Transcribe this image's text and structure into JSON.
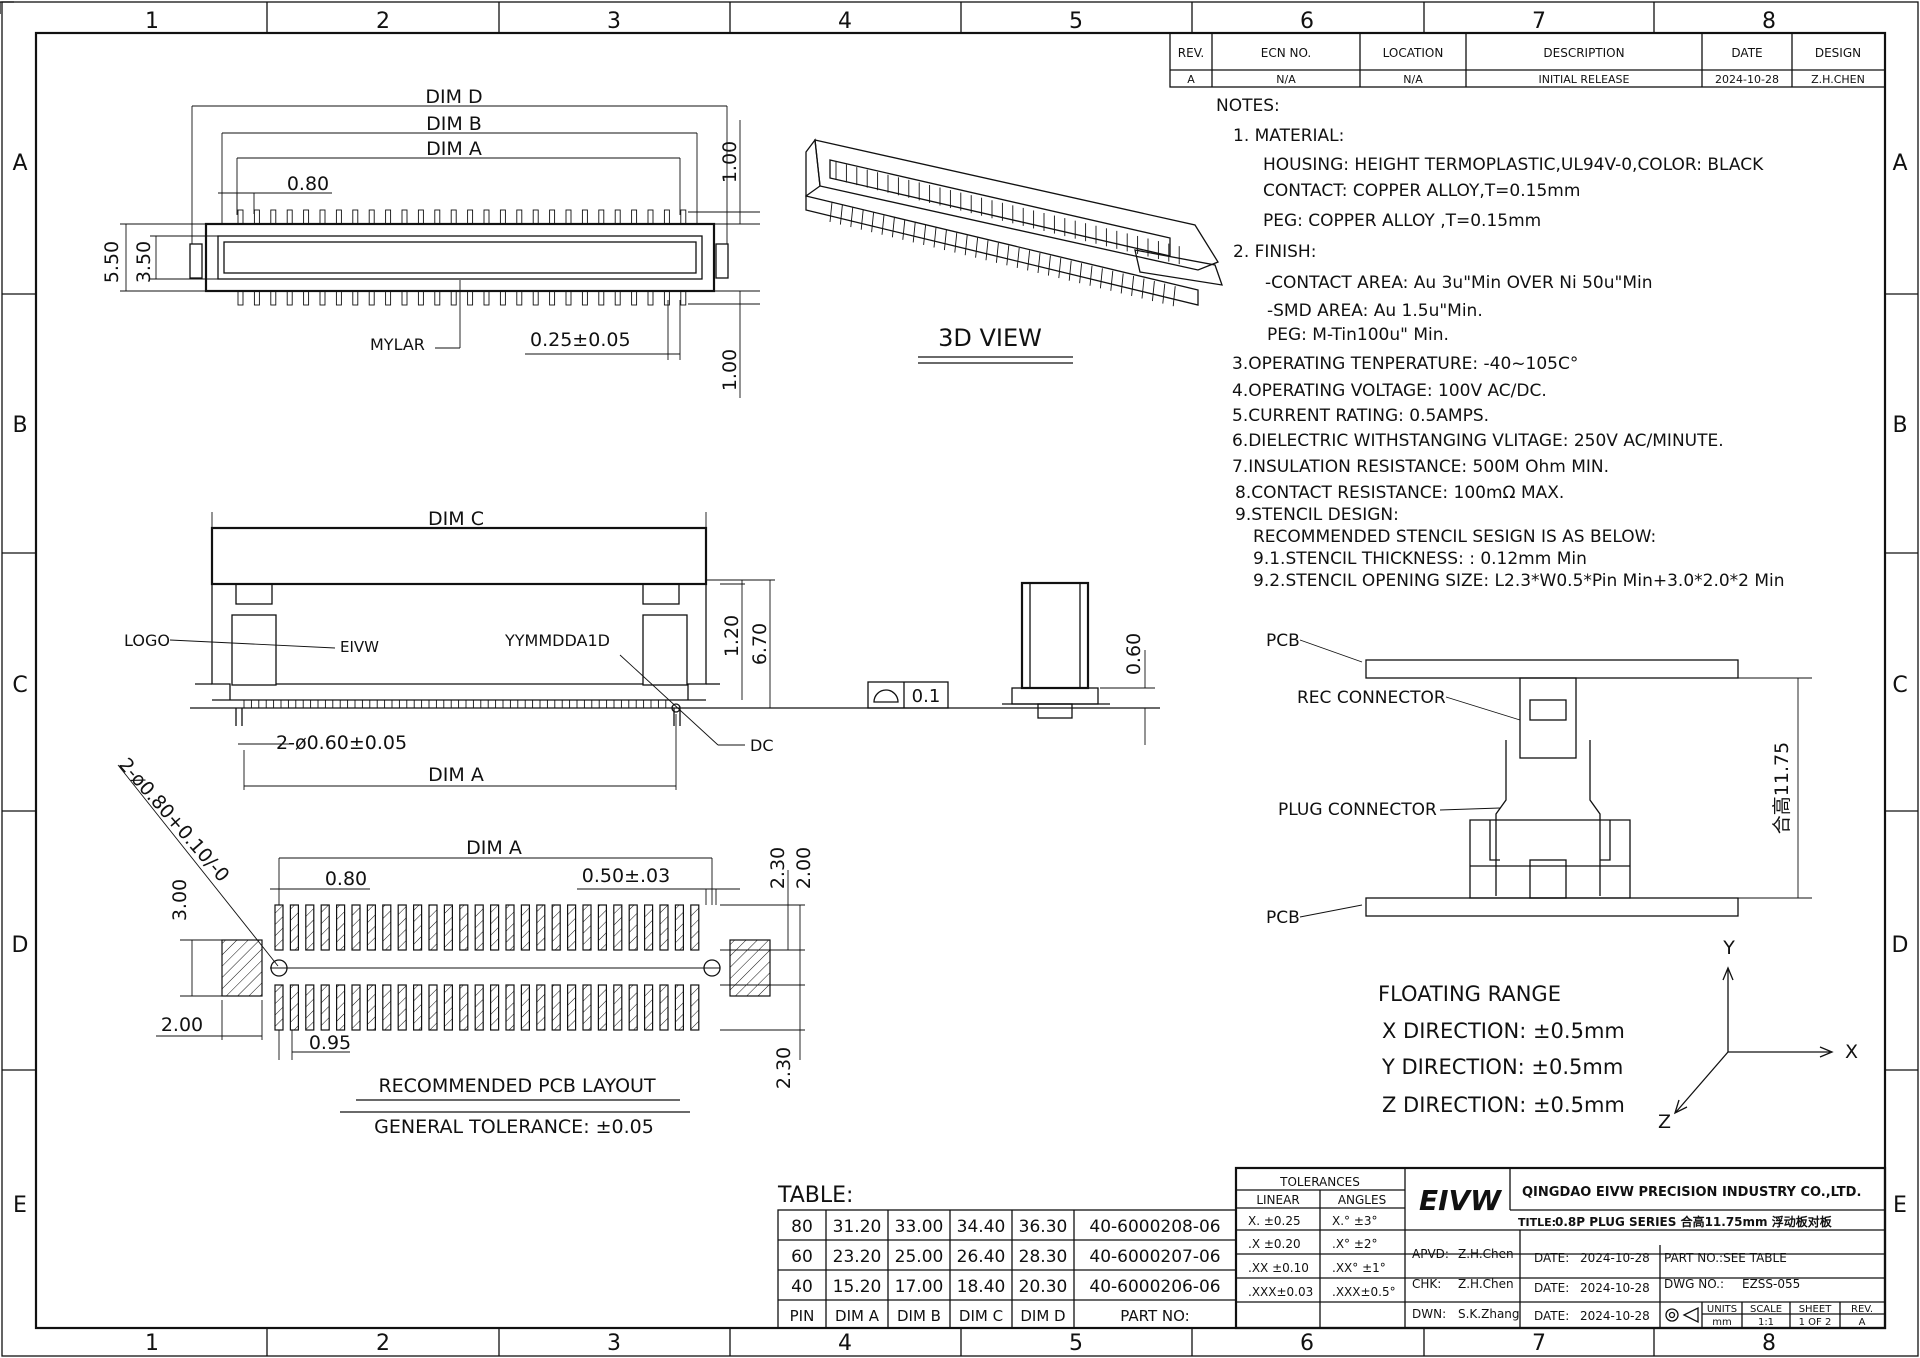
{
  "frame": {
    "columns": [
      "1",
      "2",
      "3",
      "4",
      "5",
      "6",
      "7",
      "8"
    ],
    "rows": [
      "A",
      "B",
      "C",
      "D",
      "E"
    ]
  },
  "revision_table": {
    "headers": [
      "REV.",
      "ECN NO.",
      "LOCATION",
      "DESCRIPTION",
      "DATE",
      "DESIGN"
    ],
    "row": [
      "A",
      "N/A",
      "N/A",
      "INITIAL RELEASE",
      "2024-10-28",
      "Z.H.CHEN"
    ]
  },
  "notes": {
    "title": "NOTES:",
    "lines": [
      "1. MATERIAL:",
      "HOUSING: HEIGHT  TERMOPLASTIC,UL94V-0,COLOR: BLACK",
      "CONTACT: COPPER  ALLOY,T=0.15mm",
      "PEG: COPPER  ALLOY  ,T=0.15mm",
      "2.  FINISH:",
      "-CONTACT  AREA: Au  3u\"Min  OVER  Ni  50u\"Min",
      "-SMD  AREA: Au  1.5u\"Min.",
      "PEG: M-Tin100u\"  Min.",
      "3.OPERATING  TENPERATURE: -40~105C°",
      "4.OPERATING  VOLTAGE: 100V  AC/DC.",
      "5.CURRENT  RATING: 0.5AMPS.",
      "6.DIELECTRIC  WITHSTANGING  VLITAGE: 250V  AC/MINUTE.",
      "7.INSULATION  RESISTANCE: 500M  Ohm  MIN.",
      "8.CONTACT  RESISTANCE: 100mΩ  MAX.",
      "9.STENCIL  DESIGN:",
      "RECOMMENDED  STENCIL  SESIGN  IS  AS  BELOW:",
      "9.1.STENCIL  THICKNESS: :  0.12mm  Min",
      "9.2.STENCIL  OPENING  SIZE:  L2.3*W0.5*Pin  Min+3.0*2.0*2  Min"
    ]
  },
  "top_view": {
    "dim_d": "DIM  D",
    "dim_b": "DIM  B",
    "dim_a": "DIM  A",
    "pitch": "0.80",
    "h_outer": "5.50",
    "h_inner": "3.50",
    "pin_top": "1.00",
    "pin_bottom": "1.00",
    "mylar": "MYLAR",
    "pin_width": "0.25±0.05"
  },
  "view_3d": {
    "label": "3D VIEW"
  },
  "side_view": {
    "dim_c": "DIM  C",
    "logo": "LOGO",
    "brand_mark": "EIVW",
    "date_code": "YYMMDDA1D",
    "h1": "1.20",
    "h2": "6.70",
    "peg": "2-ø0.60±0.05",
    "dim_a": "DIM  A",
    "dc": "DC",
    "flatness_value": "0.1",
    "end_h": "0.60"
  },
  "pcb_layout": {
    "diag_label": "2-ø0.80+0.10/-0",
    "dim_a": "DIM  A",
    "pitch": "0.80",
    "pad_w": "0.50±.03",
    "h_a": "2.30",
    "h_b": "2.00",
    "side": "3.00",
    "pad_l": "2.00",
    "offset": "0.95",
    "h_c": "2.30",
    "title": "RECOMMENDED  PCB  LAYOUT",
    "tolerance": "GENERAL  TOLERANCE: ±0.05"
  },
  "mating_view": {
    "pcb_top": "PCB",
    "rec": "REC  CONNECTOR",
    "plug": "PLUG  CONNECTOR",
    "pcb_bottom": "PCB",
    "height": "合高11.75"
  },
  "floating": {
    "title": "FLOATING  RANGE",
    "lines": [
      "X  DIRECTION: ±0.5mm",
      "Y  DIRECTION: ±0.5mm",
      "Z  DIRECTION: ±0.5mm"
    ],
    "axis_x": "X",
    "axis_y": "Y",
    "axis_z": "Z"
  },
  "dim_table": {
    "title": "TABLE:",
    "rows": [
      [
        "80",
        "31.20",
        "33.00",
        "34.40",
        "36.30",
        "40-6000208-06"
      ],
      [
        "60",
        "23.20",
        "25.00",
        "26.40",
        "28.30",
        "40-6000207-06"
      ],
      [
        "40",
        "15.20",
        "17.00",
        "18.40",
        "20.30",
        "40-6000206-06"
      ]
    ],
    "headers": [
      "PIN",
      "DIM  A",
      "DIM  B",
      "DIM  C",
      "DIM  D",
      "PART  NO:"
    ]
  },
  "title_block": {
    "tol_title": "TOLERANCES",
    "linear": "LINEAR",
    "angles": "ANGLES",
    "tol_rows": [
      [
        "X.   ±0.25",
        "X.°  ±3°"
      ],
      [
        ".X   ±0.20",
        ".X°  ±2°"
      ],
      [
        ".XX  ±0.10",
        ".XX°  ±1°"
      ],
      [
        ".XXX±0.03",
        ".XXX±0.5°"
      ]
    ],
    "logo": "EIVW",
    "company": "QINGDAO EIVW PRECISION INDUSTRY CO.,LTD.",
    "title_label": "TITLE:",
    "title_value": "0.8P PLUG SERIES 合高11.75mm 浮动板对板",
    "apvd_label": "APVD:",
    "apvd": "Z.H.Chen",
    "chk_label": "CHK:",
    "chk": "Z.H.Chen",
    "dwn_label": "DWN:",
    "dwn": "S.K.Zhang",
    "date_label": "DATE:",
    "date1": "2024-10-28",
    "date2": "2024-10-28",
    "date3": "2024-10-28",
    "part_no": "PART NO.:SEE  TABLE",
    "dwg_label": "DWG NO.:",
    "dwg_no": "EZSS-055",
    "units_label": "UNITS",
    "units": "mm",
    "scale_label": "SCALE",
    "scale": "1:1",
    "sheet_label": "SHEET",
    "sheet": "1 OF 2",
    "rev_label": "REV.",
    "rev": "A"
  }
}
